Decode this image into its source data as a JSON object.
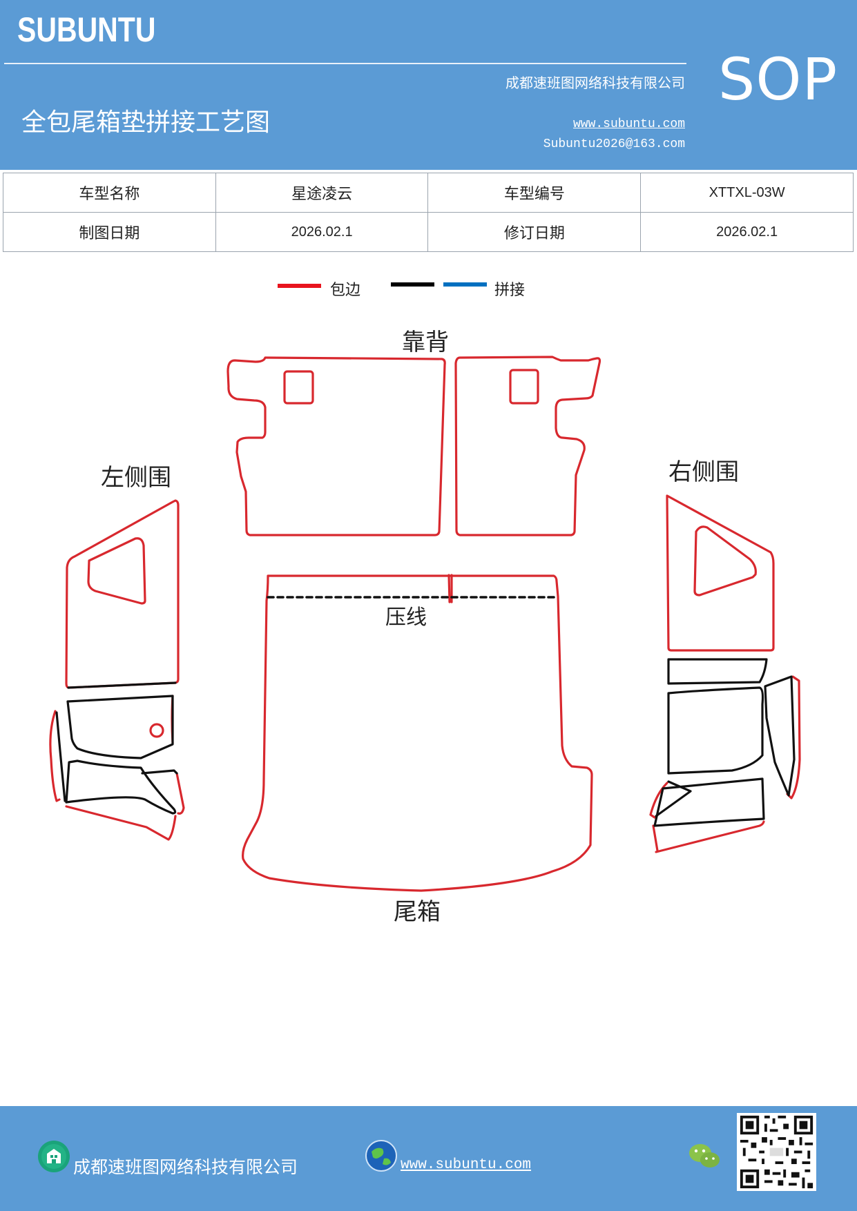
{
  "header": {
    "brand": "SUBUNTU",
    "badge": "SOP",
    "company": "成都速班图网络科技有限公司",
    "title": "全包尾箱垫拼接工艺图",
    "website": "www.subuntu.com",
    "email": "Subuntu2026@163.com"
  },
  "info_table": {
    "row1": {
      "label1": "车型名称",
      "value1": "星途凌云",
      "label2": "车型编号",
      "value2": "XTTXL-03W"
    },
    "row2": {
      "label1": "制图日期",
      "value1": "2026.02.1",
      "label2": "修订日期",
      "value2": "2026.02.1"
    }
  },
  "legend": [
    {
      "color": "#e8141e",
      "label": "包边"
    },
    {
      "color": "#000000",
      "label": ""
    },
    {
      "color": "#0070c0",
      "label": "拼接"
    }
  ],
  "parts": {
    "backrest": "靠背",
    "left_side": "左侧围",
    "right_side": "右侧围",
    "press_line": "压线",
    "trunk": "尾箱"
  },
  "colors": {
    "header_bg": "#5b9bd5",
    "edge_binding": "#d8282e",
    "seam": "#111111"
  },
  "footer": {
    "company": "成都速班图网络科技有限公司",
    "website": "www.subuntu.com",
    "icons": [
      "building-icon",
      "globe-icon",
      "wechat-icon",
      "qr-code"
    ]
  }
}
